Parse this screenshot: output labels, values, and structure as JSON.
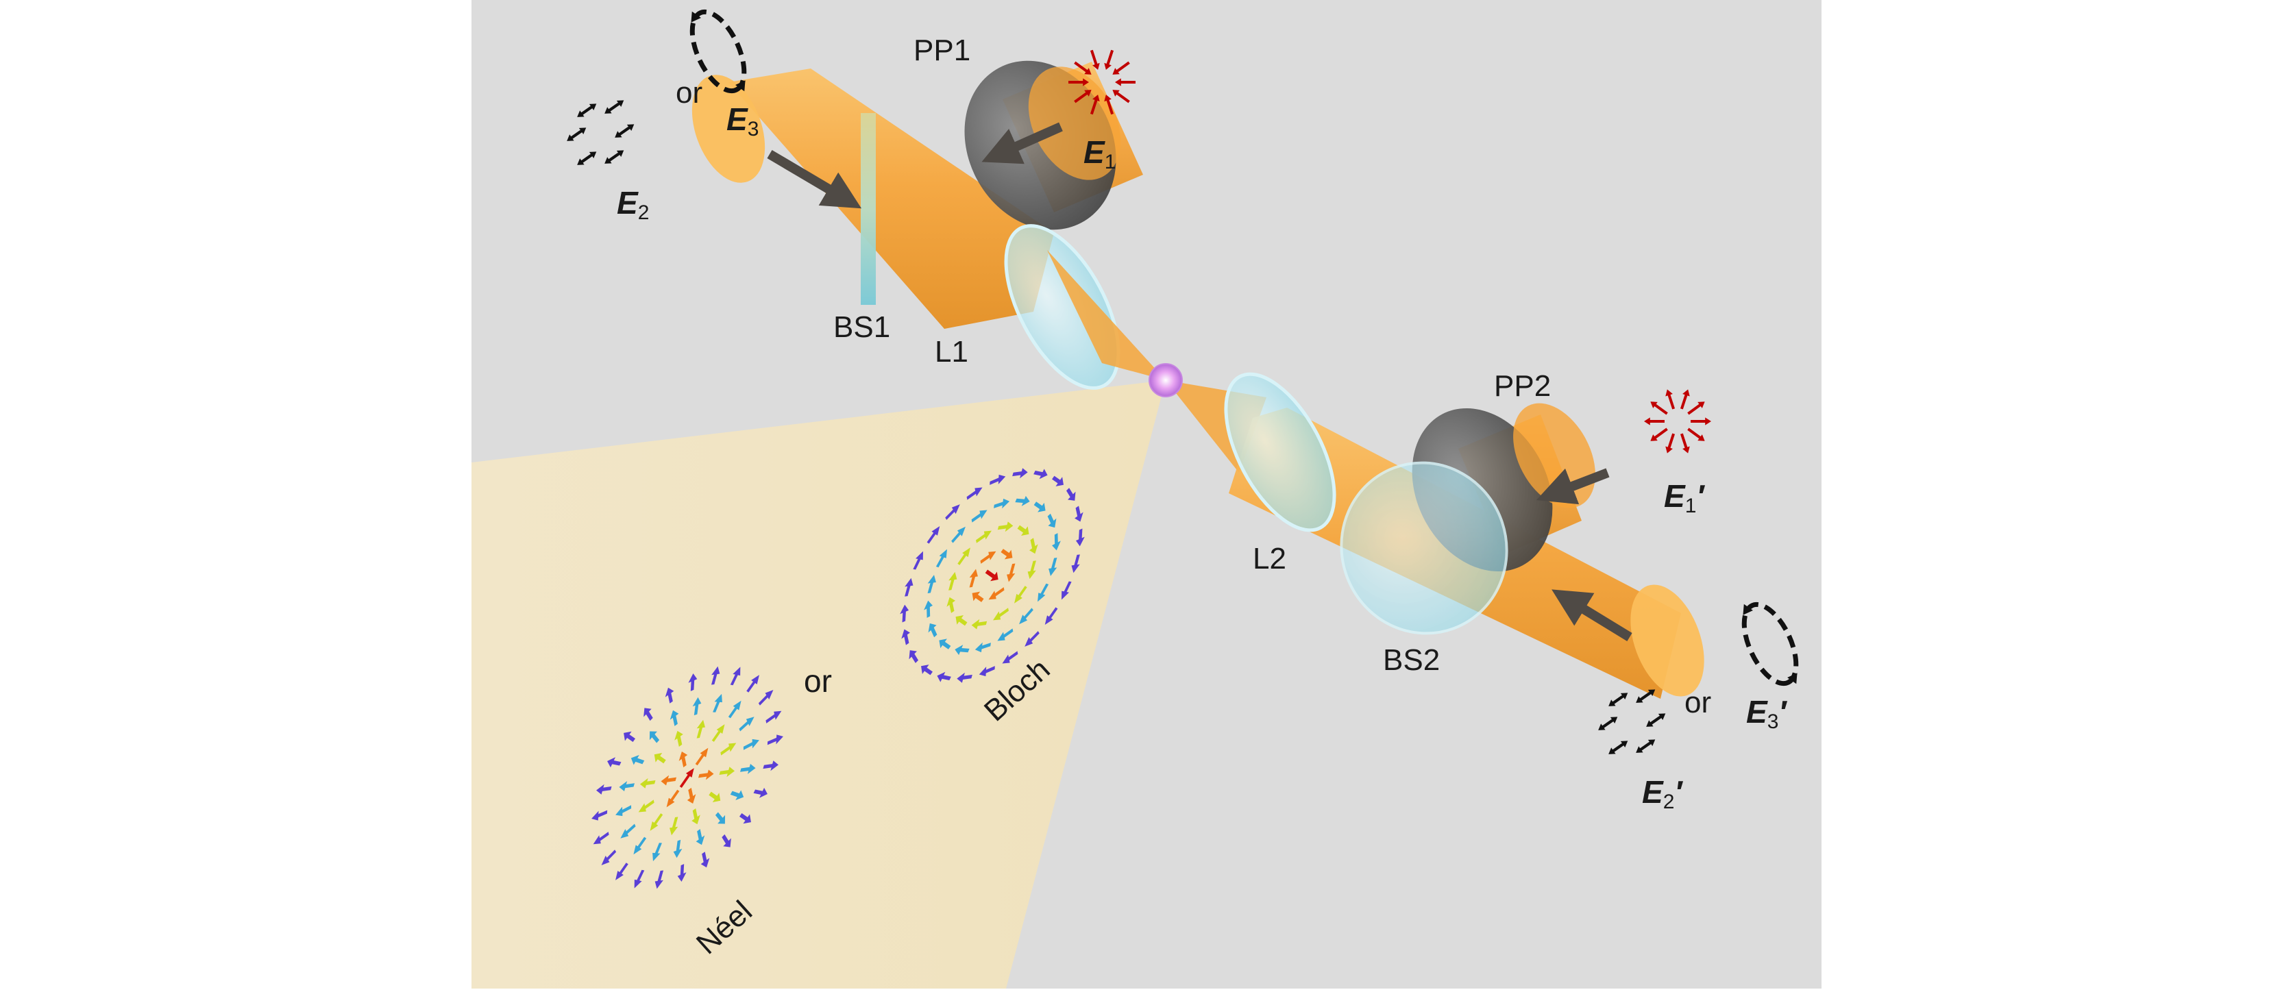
{
  "colors": {
    "background": "#dcdcdc",
    "beam": "#f7a437",
    "lens": "#a6e3ef",
    "plate": "#505050",
    "arrow": "#4f4a45",
    "radial_arrows": "#c00000",
    "elliptical_arrows": "#111111",
    "skyrmion_outer": "#5a3fd6",
    "skyrmion_ring2": "#35a6d8",
    "skyrmion_ring3": "#c9dc21",
    "skyrmion_ring4": "#f07b1a",
    "skyrmion_core": "#d01010"
  },
  "labels": {
    "pp1": "PP1",
    "pp2": "PP2",
    "bs1": "BS1",
    "bs2": "BS2",
    "l1": "L1",
    "l2": "L2",
    "neel": "Néel",
    "bloch": "Bloch",
    "or_skyrmion": "or",
    "or_left": "or",
    "or_right": "or"
  },
  "fields": {
    "e1": {
      "sym": "E",
      "sub": "1",
      "prime": ""
    },
    "e2": {
      "sym": "E",
      "sub": "2",
      "prime": ""
    },
    "e3": {
      "sym": "E",
      "sub": "3",
      "prime": ""
    },
    "e1p": {
      "sym": "E",
      "sub": "1",
      "prime": "′"
    },
    "e2p": {
      "sym": "E",
      "sub": "2",
      "prime": "′"
    },
    "e3p": {
      "sym": "E",
      "sub": "3",
      "prime": "′"
    }
  }
}
